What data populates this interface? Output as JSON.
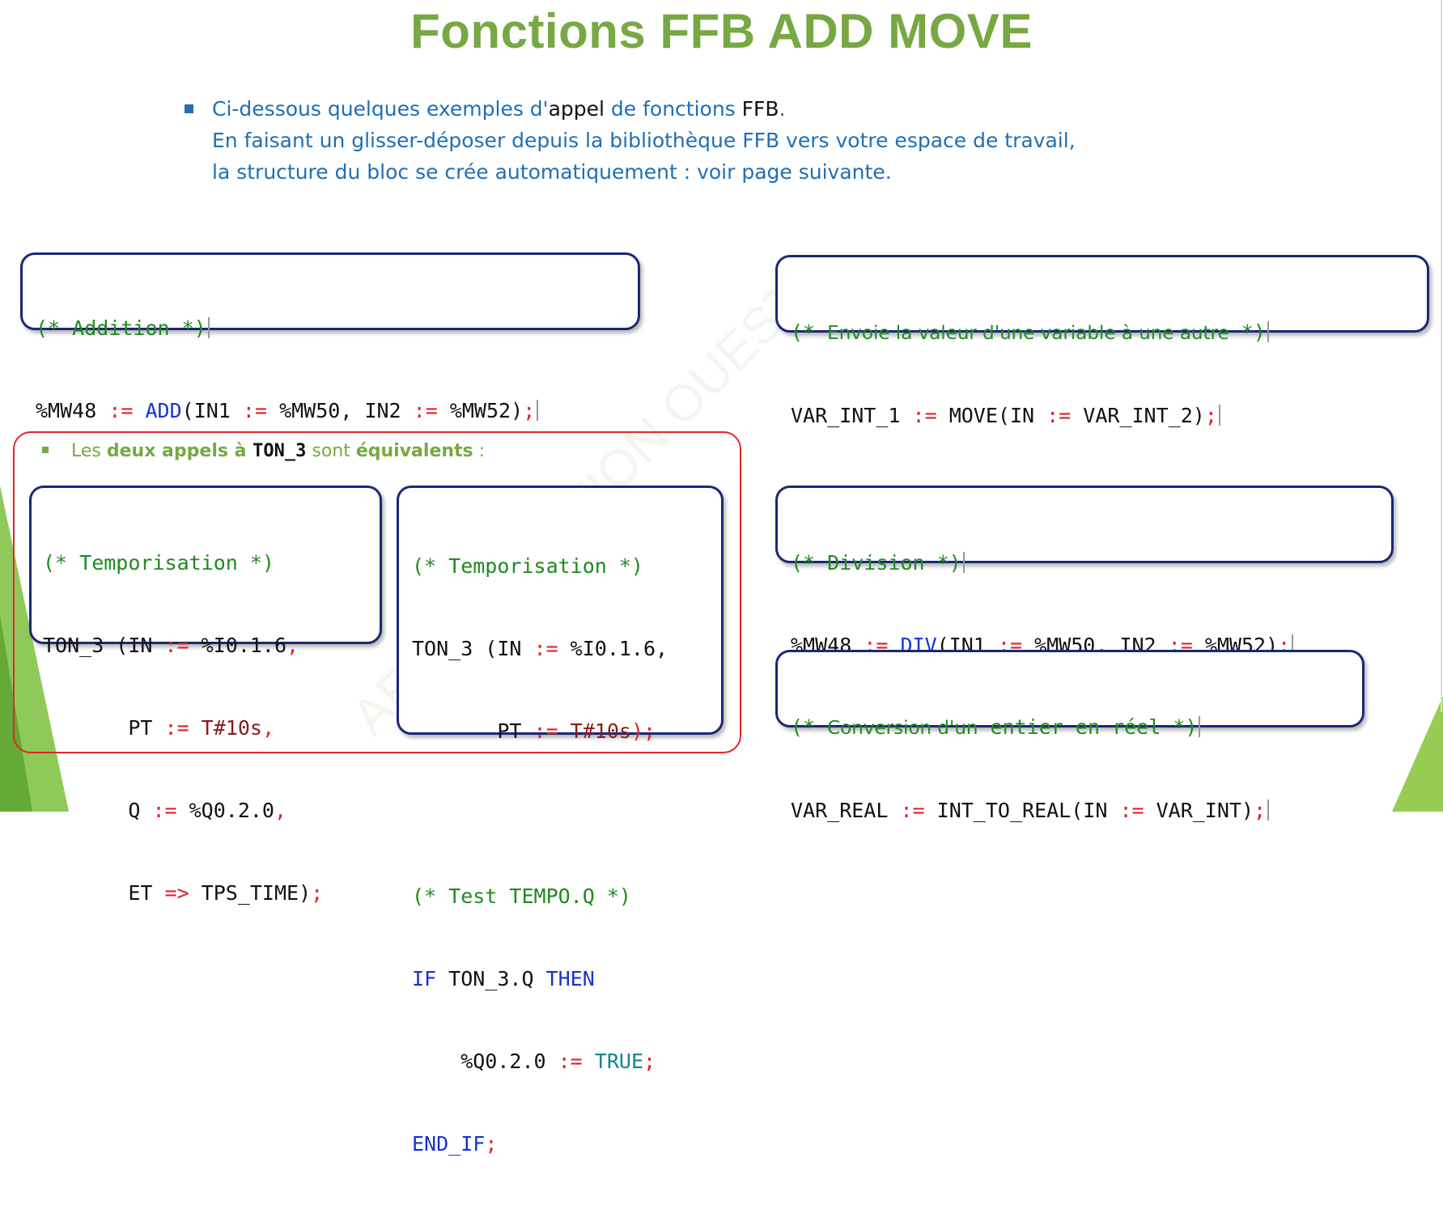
{
  "title": "Fonctions FFB ADD MOVE",
  "intro": {
    "line1_a": "Ci-dessous quelques exemples d'",
    "line1_b": "appel",
    "line1_c": " de fonctions ",
    "line1_d": "FFB",
    "line1_e": ".",
    "line2": "En faisant un glisser-déposer depuis la bibliothèque FFB vers votre espace de travail,",
    "line3": "la structure du bloc se crée automatiquement : voir page suivante."
  },
  "watermark": "AEF FORMATION OUEST",
  "addition": {
    "comment": "(* Addition *)",
    "target": "%MW48",
    "op": ":=",
    "func": "ADD",
    "args_a": "(IN1 ",
    "args_b": " %MW50, IN2 ",
    "args_c": " %MW52)",
    "semi": ";"
  },
  "move": {
    "comment_open": "(* ",
    "comment_text": "Envoie la valeur d'une variable à une autre",
    "comment_close": "*)",
    "target": "VAR_INT_1",
    "op": ":=",
    "call_a": "MOVE(IN ",
    "call_b": " VAR_INT_2)",
    "semi": ";"
  },
  "division": {
    "comment": "(* Division *)",
    "target": "%MW48",
    "op": ":=",
    "func": "DIV",
    "args_a": "(IN1 ",
    "args_b": " %MW50, IN2 ",
    "args_c": " %MW52)",
    "semi": ";"
  },
  "conversion": {
    "comment_open": "(* ",
    "comment_text": "Conversion d'un",
    "comment_mono": " entier en réel *)",
    "target": "VAR_REAL",
    "op": ":=",
    "call_a": "INT_TO_REAL(IN ",
    "call_b": " VAR_INT)",
    "semi": ";"
  },
  "ton_header": {
    "a": "Les ",
    "b": "deux appels à ",
    "c": "TON_3",
    "d": " sont ",
    "e": "équivalents",
    "f": " :"
  },
  "ton1": {
    "comment": "(* Temporisation *)",
    "l1_a": "TON_3 (IN ",
    "l1_op": ":=",
    "l1_b": " %I0.1.6",
    "l1_c": ",",
    "l2_a": "       PT ",
    "l2_op": ":=",
    "l2_b": " T#10s",
    "l2_c": ",",
    "l3_a": "       Q ",
    "l3_op": ":=",
    "l3_b": " %Q0.2.0",
    "l3_c": ",",
    "l4_a": "       ET ",
    "l4_op": "=>",
    "l4_b": " TPS_TIME)",
    "l4_c": ";"
  },
  "ton2": {
    "comment": "(* Temporisation *)",
    "l1_a": "TON_3 (IN ",
    "l1_op": ":=",
    "l1_b": " %I0.1.6,",
    "l2_a": "       PT ",
    "l2_op": ":=",
    "l2_b": " T#10s",
    "l2_c": ");",
    "comment2": "(* Test TEMPO.Q *)",
    "if_kw": "IF",
    "if_mid": " TON_3.Q ",
    "then_kw": "THEN",
    "assign_a": "    %Q0.2.0 ",
    "assign_op": ":=",
    "assign_val": " TRUE",
    "assign_semi": ";",
    "endif_kw": "END_IF",
    "endif_semi": ";"
  },
  "colors": {
    "title": "#77a843",
    "intro": "#1f6fb5",
    "box_border": "#1b2777",
    "operator": "#e0202a",
    "comment": "#1f8a1f",
    "keyword": "#1433d6",
    "red_frame": "#e0262b"
  }
}
